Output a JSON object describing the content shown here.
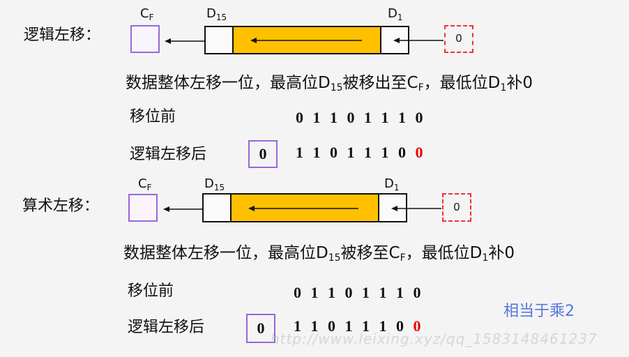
{
  "logical": {
    "title": "逻辑左移：",
    "cf": {
      "main": "C",
      "sub": "F"
    },
    "d15": {
      "main": "D",
      "sub": "15"
    },
    "d1": {
      "main": "D",
      "sub": "1"
    },
    "fill_value": "0",
    "desc": {
      "p1": "数据整体左移一位，最高位D",
      "s1": "15",
      "p2": "被移出至C",
      "s2": "F",
      "p3": "，最低位D",
      "s3": "1",
      "p4": "补0"
    },
    "before_label": "移位前",
    "before_bits": "0 1 1 0 1 1 1 0",
    "after_label": "逻辑左移后",
    "carry_bit": "0",
    "after_bits": "1 1 0 1 1 1 0",
    "after_last": "0"
  },
  "arithmetic": {
    "title": "算术左移：",
    "cf": {
      "main": "C",
      "sub": "F"
    },
    "d15": {
      "main": "D",
      "sub": "15"
    },
    "d1": {
      "main": "D",
      "sub": "1"
    },
    "fill_value": "0",
    "desc": {
      "p1": "数据整体左移一位，最高位D",
      "s1": "15",
      "p2": "被移至C",
      "s2": "F",
      "p3": "，最低位D",
      "s3": "1",
      "p4": "补0"
    },
    "before_label": "移位前",
    "before_bits": "0 1 1 0 1 1 1 0",
    "after_label": "逻辑左移后",
    "carry_bit": "0",
    "after_bits": "1 1 0 1 1 1 0",
    "after_last": "0",
    "note": "相当于乘2"
  },
  "watermark": "http://www.leixing.xyz/qq_1583148461237",
  "colors": {
    "register_bar": "#ffc000",
    "cf_box": "#9966dd",
    "fill_box": "#e33333",
    "highlight_bit": "#e00000",
    "note": "#5577dd"
  }
}
